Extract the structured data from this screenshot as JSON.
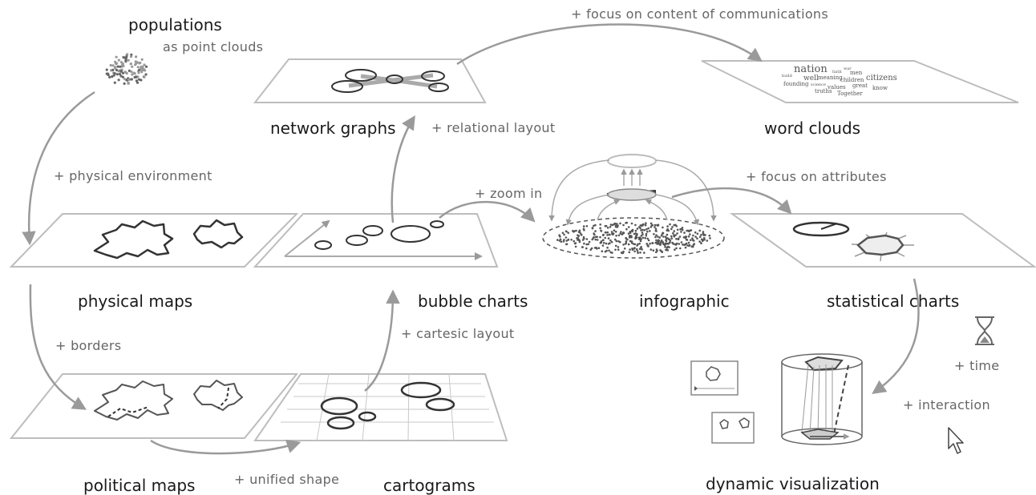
{
  "labels": {
    "populations": "populations",
    "network_graphs": "network graphs",
    "word_clouds": "word clouds",
    "physical_maps": "physical maps",
    "bubble_charts": "bubble charts",
    "infographic": "infographic",
    "statistical_charts": "statistical charts",
    "political_maps": "political maps",
    "cartograms": "cartograms",
    "dynamic_visualization": "dynamic visualization"
  },
  "annotations": {
    "as_point_clouds": "as point clouds",
    "focus_content": "+ focus on content of communications",
    "relational_layout": "+ relational layout",
    "physical_environment": "+ physical environment",
    "zoom_in": "+ zoom in",
    "focus_attributes": "+ focus on attributes",
    "borders": "+ borders",
    "cartesic_layout": "+ cartesic layout",
    "time": "+ time",
    "interaction": "+ interaction",
    "unified_shape": "+ unified shape"
  },
  "word_cloud_words": [
    "nation",
    "well",
    "meaning",
    "citizens",
    "founding",
    "children",
    "men",
    "truths",
    "values",
    "great",
    "Together",
    "know",
    "faith",
    "build",
    "science",
    "war"
  ],
  "colors": {
    "arrow": "#9a9a9a",
    "plane": "#bdbdbd",
    "shape": "#333333",
    "text": "#1a1a1a",
    "note": "#666666"
  }
}
